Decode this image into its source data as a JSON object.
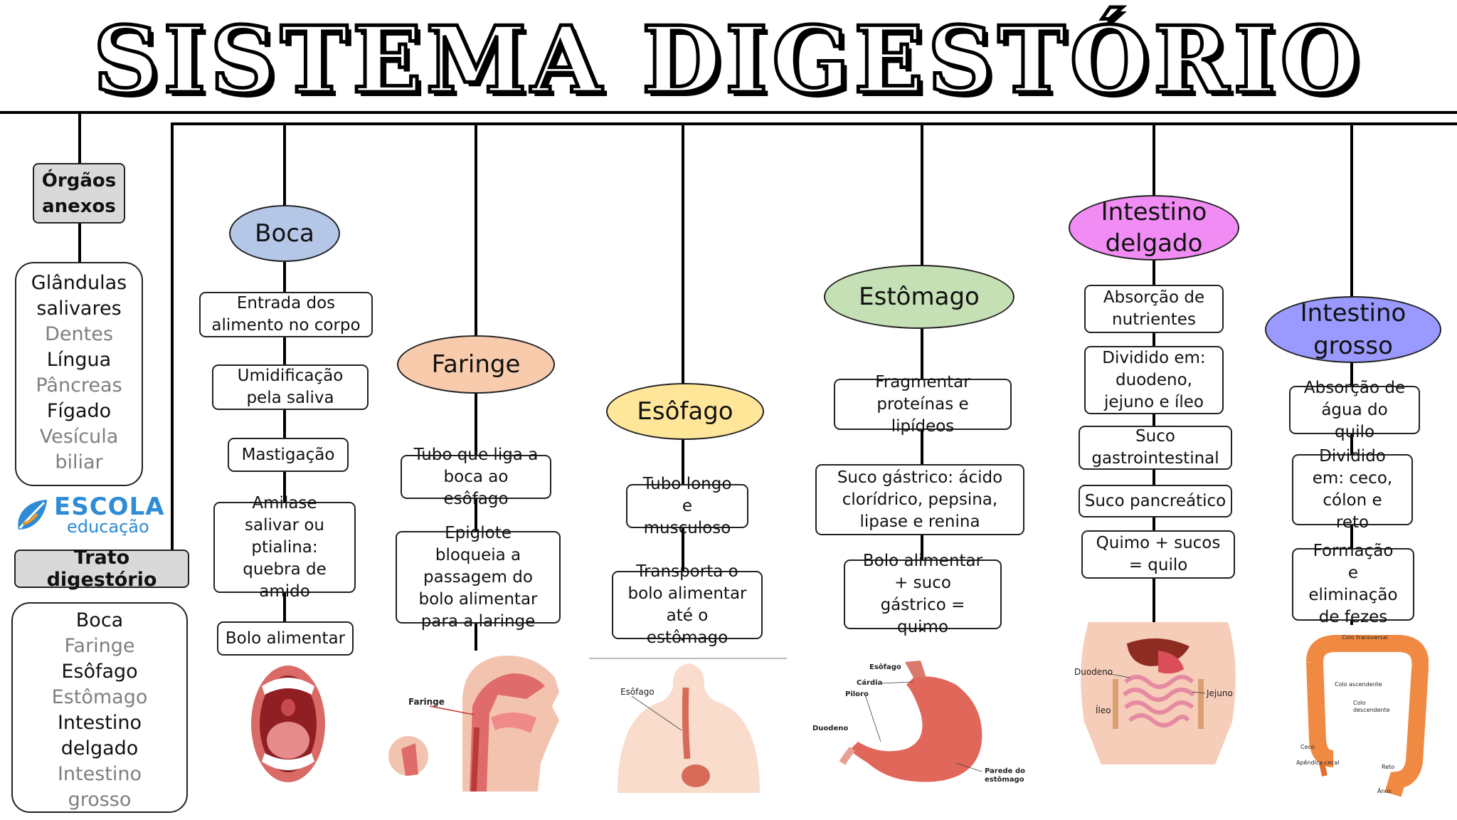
{
  "title": "SISTEMA DIGESTÓRIO",
  "annex": {
    "label_line1": "Órgãos",
    "label_line2": "anexos",
    "items": [
      {
        "text": "Glândulas",
        "tone": "dark"
      },
      {
        "text": "salivares",
        "tone": "dark"
      },
      {
        "text": "Dentes",
        "tone": "light"
      },
      {
        "text": "Língua",
        "tone": "dark"
      },
      {
        "text": "Pâncreas",
        "tone": "light"
      },
      {
        "text": "Fígado",
        "tone": "dark"
      },
      {
        "text": "Vesícula",
        "tone": "light"
      },
      {
        "text": "biliar",
        "tone": "light"
      }
    ]
  },
  "logo": {
    "name": "ESCOLA",
    "sub": "educação"
  },
  "tract": {
    "label": "Trato digestório",
    "items": [
      {
        "text": "Boca",
        "tone": "dark"
      },
      {
        "text": "Faringe",
        "tone": "light"
      },
      {
        "text": "Esôfago",
        "tone": "dark"
      },
      {
        "text": "Estômago",
        "tone": "light"
      },
      {
        "text": "Intestino",
        "tone": "dark"
      },
      {
        "text": "delgado",
        "tone": "dark"
      },
      {
        "text": "Intestino",
        "tone": "light"
      },
      {
        "text": "grosso",
        "tone": "light"
      }
    ]
  },
  "organs": {
    "boca": {
      "name": "Boca",
      "color": "#b4c7e7",
      "facts": [
        "Entrada dos alimento no corpo",
        "Umidificação pela saliva",
        "Mastigação",
        "Amilase salivar ou ptialina: quebra de amido",
        "Bolo alimentar"
      ]
    },
    "faringe": {
      "name": "Faringe",
      "color": "#f8cbad",
      "facts": [
        "Tubo que liga a boca ao esôfago",
        "Epiglote bloqueia a passagem do bolo alimentar para a laringe"
      ],
      "figure_label": "Faringe"
    },
    "esofago": {
      "name": "Esôfago",
      "color": "#ffe699",
      "facts": [
        "Tubo longo e musculoso",
        "Transporta o bolo alimentar até o estômago"
      ],
      "figure_label": "Esôfago"
    },
    "estomago": {
      "name": "Estômago",
      "color": "#c5e0b4",
      "facts": [
        "Fragmentar proteínas e lipídeos",
        "Suco gástrico: ácido clorídrico, pepsina, lipase e renina",
        "Bolo alimentar + suco gástrico = quimo"
      ],
      "figure_labels": [
        "Esôfago",
        "Cárdia",
        "Piloro",
        "Duodeno",
        "Parede do",
        "estômago"
      ]
    },
    "delgado": {
      "name": "Intestino delgado",
      "color": "#f08cf3",
      "facts": [
        "Absorção de nutrientes",
        "Dividido em: duodeno, jejuno e íleo",
        "Suco gastrointestinal",
        "Suco pancreático",
        "Quimo + sucos = quilo"
      ],
      "figure_labels": [
        "Duodeno",
        "Íleo",
        "Jejuno"
      ]
    },
    "grosso": {
      "name": "Intestino grosso",
      "color": "#9999ff",
      "facts": [
        "Absorção de água do quilo",
        "Dividido em: ceco, cólon e reto",
        "Formação e eliminação de fezes"
      ],
      "figure_labels": [
        "Colo transversal",
        "Colo ascendente",
        "Colo",
        "descendente",
        "Ceco",
        "Apêndice cecal",
        "Reto",
        "Ânus"
      ]
    }
  }
}
